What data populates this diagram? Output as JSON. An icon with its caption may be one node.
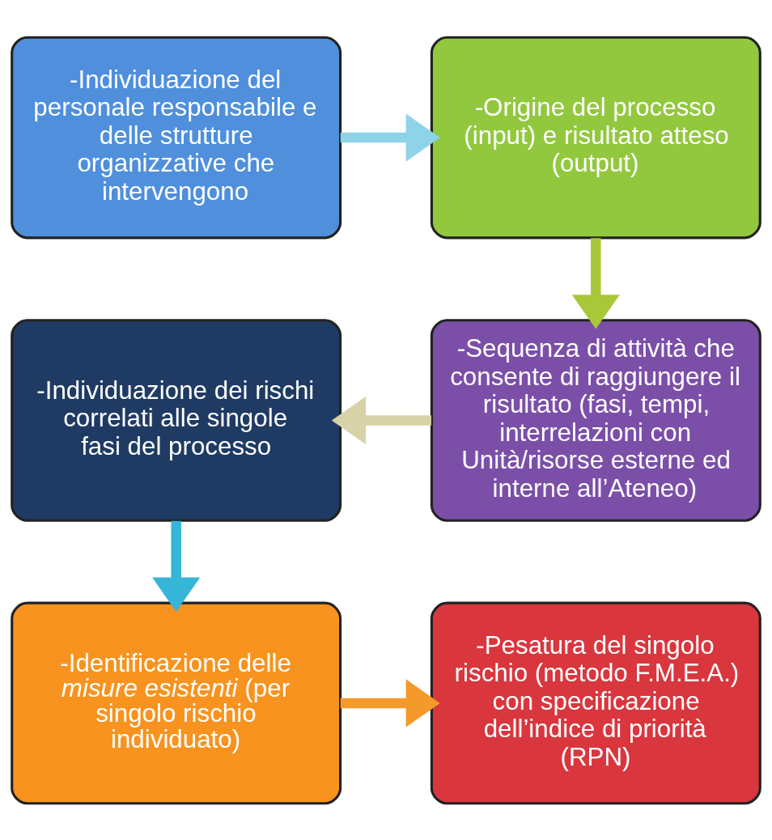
{
  "diagram": {
    "nodes": [
      {
        "text": [
          "-Individuazione del personale responsabile e delle strutture organizzative che intervengono"
        ]
      },
      {
        "text": [
          "-Origine del processo (input) e risultato atteso (output)"
        ]
      },
      {
        "text": [
          "-Sequenza di attività che consente di raggiungere il risultato (fasi, tempi, interrelazioni con Unità/risorse esterne ed interne all’Ateneo)"
        ]
      },
      {
        "text": [
          "-Individuazione dei rischi correlati alle singole fasi del processo"
        ]
      },
      {
        "text": [
          "-Identificazione delle *misure esistenti* (per singolo rischio individuato)"
        ]
      },
      {
        "text": [
          "-Pesatura del singolo rischio (metodo F.M.E.A.) con specificazione dell’indice di priorità (RPN)"
        ]
      }
    ],
    "edges": [
      {
        "from": 0,
        "to": 1,
        "arrow": "to",
        "color": "#8fd3e8"
      },
      {
        "from": 1,
        "to": 2,
        "arrow": "to",
        "color": "#a8c83a"
      },
      {
        "from": 2,
        "to": 3,
        "arrow": "to",
        "color": "#d8d2a8"
      },
      {
        "from": 3,
        "to": 4,
        "arrow": "to",
        "color": "#35b5d8"
      },
      {
        "from": 4,
        "to": 5,
        "arrow": "to",
        "color": "#f39a2a"
      }
    ]
  }
}
